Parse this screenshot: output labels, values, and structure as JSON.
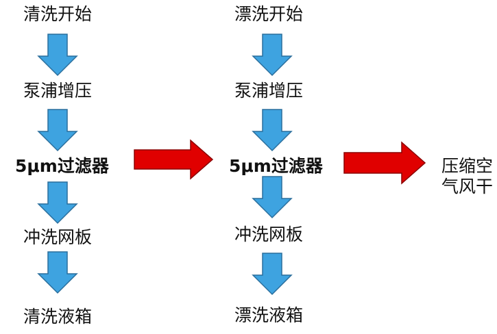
{
  "colors": {
    "down_arrow_fill": "#3ea3e0",
    "down_arrow_stroke": "#2a6e9c",
    "right_arrow_fill": "#e00000",
    "right_arrow_stroke": "#8a0000",
    "text": "#111111"
  },
  "col1": {
    "start": "清洗开始",
    "pump": "泵浦增压",
    "filter": "5μm过滤器",
    "flush": "冲洗网板",
    "tank": "清洗液箱"
  },
  "col2": {
    "start": "漂洗开始",
    "pump": "泵浦增压",
    "filter": "5μm过滤器",
    "flush": "冲洗网板",
    "tank": "漂洗液箱"
  },
  "col3": {
    "line1": "压缩空",
    "line2": "气风干"
  }
}
